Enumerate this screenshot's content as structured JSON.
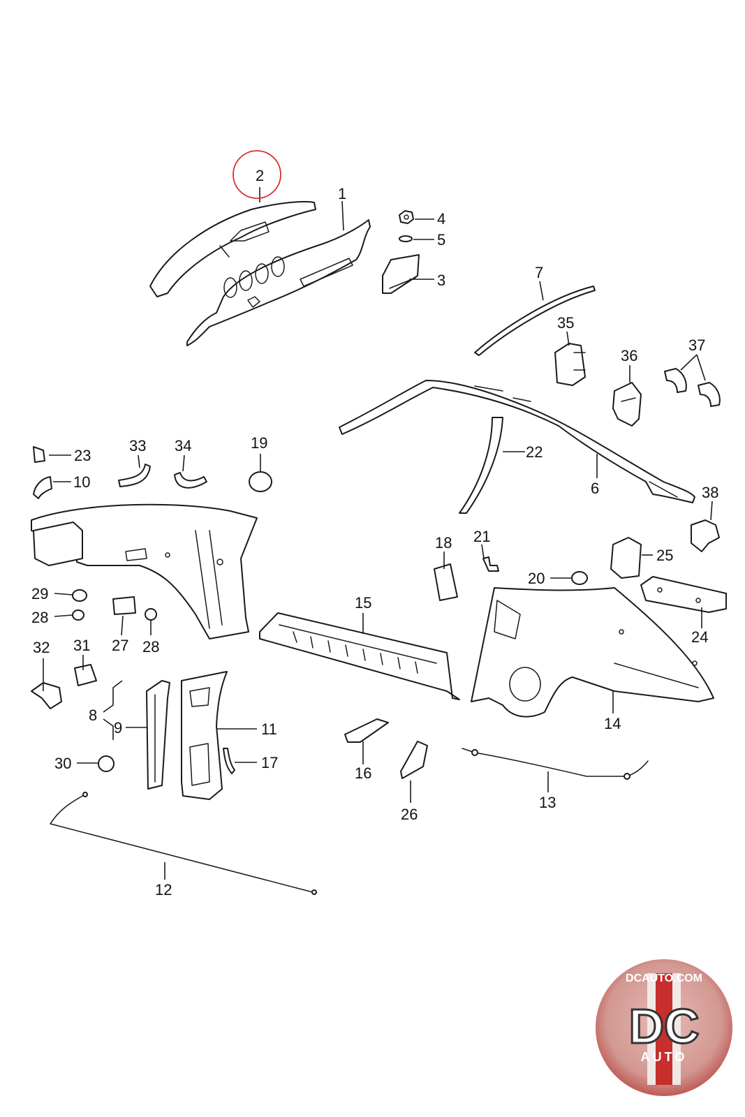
{
  "callouts": {
    "c1": "1",
    "c2": "2",
    "c3": "3",
    "c4": "4",
    "c5": "5",
    "c6": "6",
    "c7": "7",
    "c8": "8",
    "c9": "9",
    "c10": "10",
    "c11": "11",
    "c12": "12",
    "c13": "13",
    "c14": "14",
    "c15": "15",
    "c16": "16",
    "c17": "17",
    "c18": "18",
    "c19": "19",
    "c20": "20",
    "c21": "21",
    "c22": "22",
    "c23": "23",
    "c24": "24",
    "c25": "25",
    "c26": "26",
    "c27": "27",
    "c28a": "28",
    "c28b": "28",
    "c29": "29",
    "c30": "30",
    "c31": "31",
    "c32": "32",
    "c33": "33",
    "c34": "34",
    "c35": "35",
    "c36": "36",
    "c37": "37",
    "c38": "38"
  },
  "highlighted_callout": "2",
  "highlight_color": "#d9302c",
  "logo": {
    "site": "DCAUTO.COM",
    "letters": "DC",
    "word": "AUTO",
    "ring_color": "#b8433f",
    "stripe_color": "#c62f2c"
  }
}
